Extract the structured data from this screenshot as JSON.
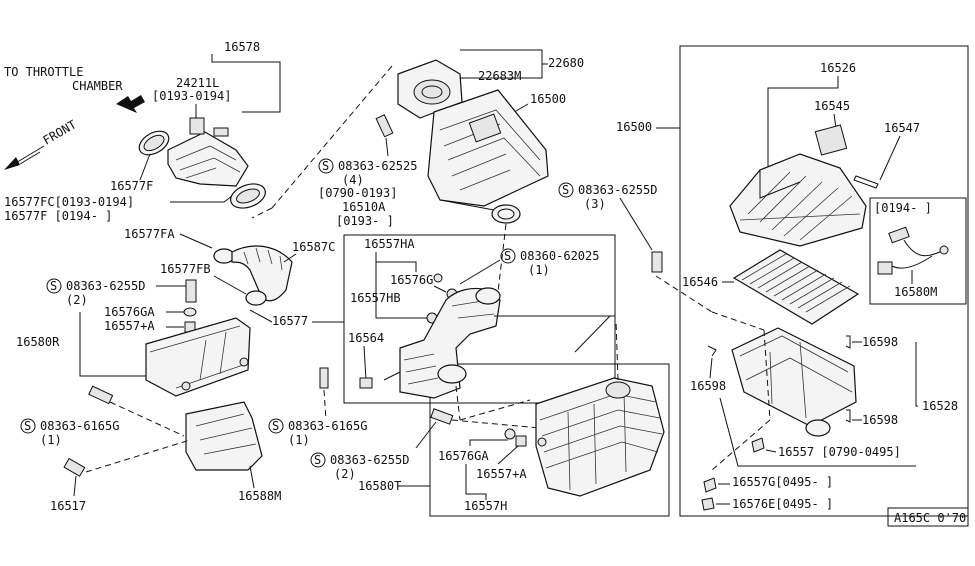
{
  "header": {
    "throttle_line1": "TO THROTTLE",
    "throttle_line2": "CHAMBER",
    "front_label": "FRONT"
  },
  "callouts": {
    "p16578": "16578",
    "p24211L": "24211L",
    "p24211L_range": "[0193-0194]",
    "p16577F_a": "16577F",
    "p16577FC": "16577FC[0193-0194]",
    "p16577F_b": "16577F [0194-    ]",
    "p16577FA": "16577FA",
    "p16577FB": "16577FB",
    "p16587C": "16587C",
    "s_6255D_l": "08363-6255D",
    "s_6255D_l_qty": "(2)",
    "p16576GA": "16576GA",
    "p16557A": "16557+A",
    "p16580R": "16580R",
    "s_6165G_l": "08363-6165G",
    "s_6165G_l_qty": "(1)",
    "p16517": "16517",
    "p16588M": "16588M",
    "s_6165G_c": "08363-6165G",
    "s_6165G_c_qty": "(1)",
    "s_6255D_c": "08363-6255D",
    "s_6255D_c_qty": "(2)",
    "p16580T": "16580T",
    "p16577": "16577",
    "p16557HA": "16557HA",
    "p16576G": "16576G",
    "p16557HB": "16557HB",
    "p16564": "16564",
    "s_62025": "08360-62025",
    "s_62025_qty": "(1)",
    "p22680": "22680",
    "p22683M": "22683M",
    "p16500_c": "16500",
    "s_62525": "08363-62525",
    "s_62525_qty": "(4)",
    "p16510A_range1": "[0790-0193]",
    "p16510A": "16510A",
    "p16510A_range2": "[0193-    ]",
    "p16576GA_b": "16576GA",
    "p16557A_b": "16557+A",
    "p16557H": "16557H",
    "p16500_r": "16500",
    "p16526": "16526",
    "p16545": "16545",
    "p16547": "16547",
    "s_6255D_r": "08363-6255D",
    "s_6255D_r_qty": "(3)",
    "inset_range": "[0194-    ]",
    "p16580M": "16580M",
    "p16546": "16546",
    "p16598_a": "16598",
    "p16598_b": "16598",
    "p16598_c": "16598",
    "p16528": "16528",
    "p16557_r": "16557 [0790-0495]",
    "p16557G": "16557G[0495-    ]",
    "p16576E": "16576E[0495-    ]",
    "ref_code": "A165C 0'70"
  },
  "symbols": {
    "screw_mark": "S"
  }
}
